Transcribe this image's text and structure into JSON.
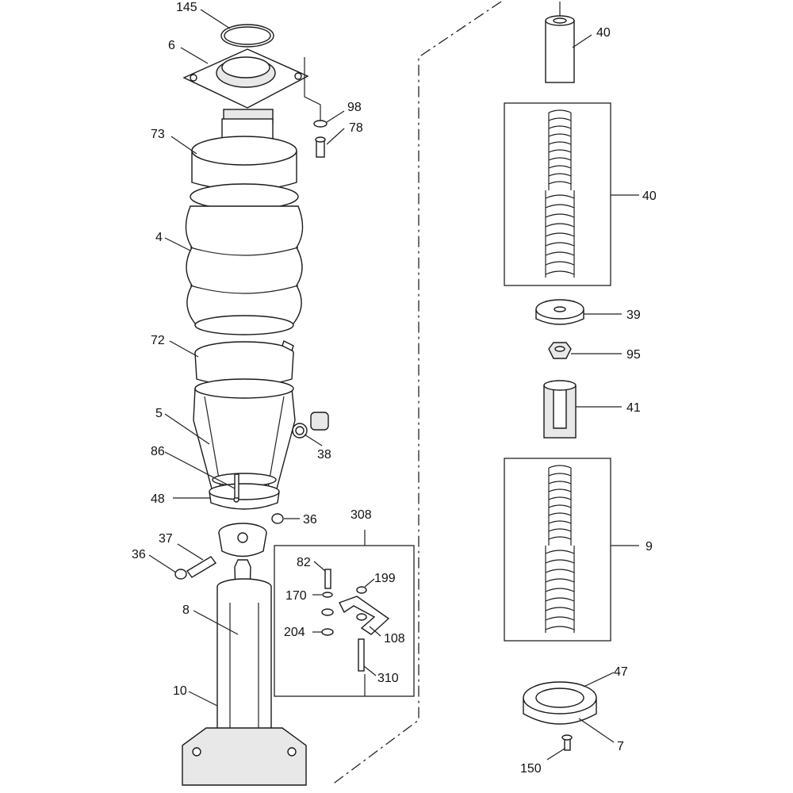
{
  "callouts": {
    "c145": "145",
    "c6": "6",
    "c98": "98",
    "c78": "78",
    "c73": "73",
    "c4": "4",
    "c72": "72",
    "c5": "5",
    "c38": "38",
    "c86": "86",
    "c48": "48",
    "c36a": "36",
    "c308": "308",
    "c37": "37",
    "c36b": "36",
    "c82": "82",
    "c199": "199",
    "c170": "170",
    "c204": "204",
    "c108": "108",
    "c8": "8",
    "c310": "310",
    "c10": "10",
    "c40a": "40",
    "c40b": "40",
    "c39": "39",
    "c95": "95",
    "c41": "41",
    "c9": "9",
    "c47": "47",
    "c7": "7",
    "c150": "150"
  }
}
